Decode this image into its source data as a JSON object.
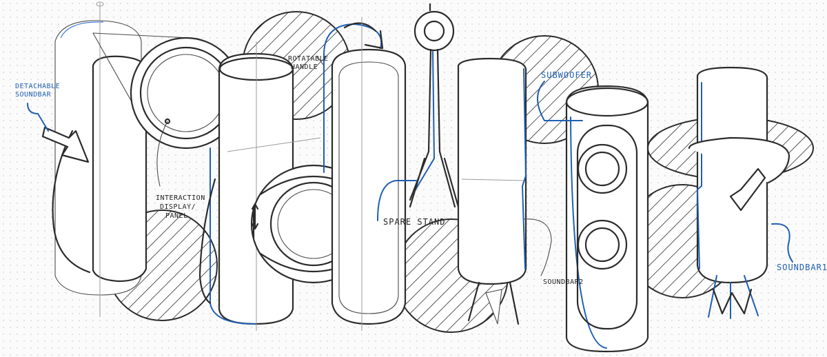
{
  "labels": {
    "detachable_soundbar_1": "DETACHABLE",
    "detachable_soundbar_2": "SOUNDBAR",
    "rotatable_handle_1": "ROTATABLE",
    "rotatable_handle_2": "HANDLE",
    "interaction_1": "INTERACTION",
    "interaction_2": "DISPLAY/",
    "interaction_3": "PANEL",
    "spare_stand": "SPARE STAND",
    "subwoofer": "SUBWOOFER",
    "soundbar2": "SOUNDBAR2",
    "soundbar1": "SOUNDBAR1"
  },
  "colors": {
    "ink": "#2b2b2b",
    "accent_blue": "#1f5fb3",
    "paper": "#fbfbfb"
  }
}
